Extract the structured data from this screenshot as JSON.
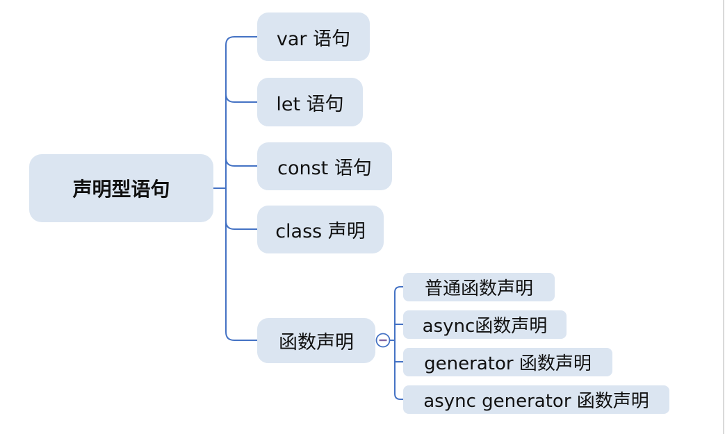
{
  "colors": {
    "node_fill": "#dbe5f1",
    "connector": "#4472c4",
    "text": "#111111",
    "collapse_minus": "#8064a2",
    "collapse_fill": "#ffffff",
    "page_edge": "#d9d9d9"
  },
  "mindmap": {
    "root": {
      "label": "声明型语句"
    },
    "children": [
      {
        "label": "var 语句"
      },
      {
        "label": "let 语句"
      },
      {
        "label": "const 语句"
      },
      {
        "label": "class 声明"
      },
      {
        "label": "函数声明",
        "collapse_state": "expanded",
        "collapse_glyph": "minus",
        "children": [
          {
            "label": "普通函数声明"
          },
          {
            "label": "async函数声明"
          },
          {
            "label": "generator 函数声明"
          },
          {
            "label": "async generator 函数声明"
          }
        ]
      }
    ]
  }
}
